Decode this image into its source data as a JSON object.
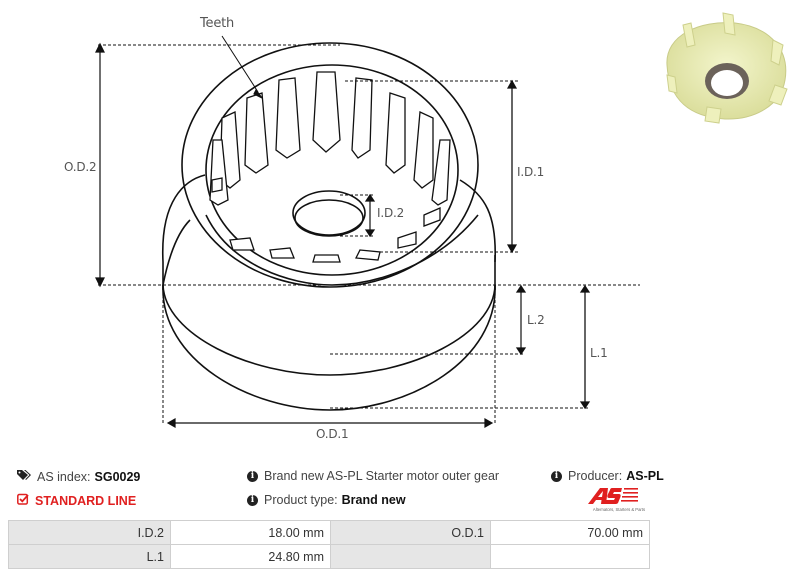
{
  "diagram": {
    "labels": {
      "teeth": "Teeth",
      "od2": "O.D.2",
      "id1": "I.D.1",
      "id2": "I.D.2",
      "l2": "L.2",
      "l1": "L.1",
      "od1": "O.D.1"
    }
  },
  "photo": {
    "alt": "Starter motor outer gear photo",
    "color": "#eef0b8"
  },
  "info": {
    "as_index_label": "AS index:",
    "as_index_value": "SG0029",
    "line_label": "STANDARD LINE",
    "description": "Brand new AS-PL Starter motor outer gear",
    "product_type_label": "Product type:",
    "product_type_value": "Brand new",
    "producer_label": "Producer:",
    "producer_value": "AS-PL"
  },
  "logo": {
    "text": "AS",
    "tagline": "Alternators, Starters & Parts",
    "color": "#e02020"
  },
  "specs": {
    "rows": [
      {
        "k1": "I.D.2",
        "v1": "18.00 mm",
        "k2": "O.D.1",
        "v2": "70.00 mm"
      },
      {
        "k1": "L.1",
        "v1": "24.80 mm",
        "k2": "",
        "v2": ""
      }
    ]
  },
  "colors": {
    "accent": "#e02020",
    "header_cell": "#e6e6e6",
    "border": "#cfcfcf"
  }
}
